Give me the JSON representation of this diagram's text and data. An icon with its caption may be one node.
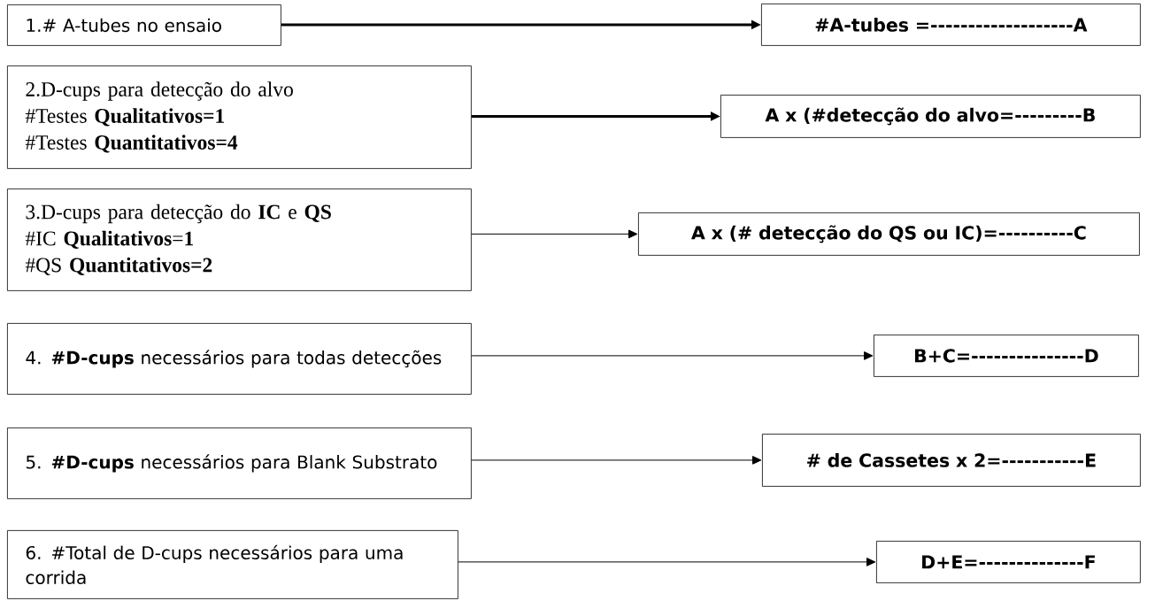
{
  "diagram": {
    "nodes": [
      {
        "text": [
          "1.# A-tubes no ensaio"
        ]
      },
      {
        "text": [
          "2.D-cups para detecção do alvo",
          "#Testes **Qualitativos=1**",
          "#Testes **Quantitativos=4**"
        ]
      },
      {
        "text": [
          "3.D-cups para detecção do **IC** e **QS**",
          "#IC **Qualitativos**=**1**",
          "#QS **Quantitativos=2**"
        ]
      },
      {
        "text": [
          "4. **#D-cups** necessários para todas detecções"
        ]
      },
      {
        "text": [
          "5. **#D-cups** necessários para Blank Substrato"
        ]
      },
      {
        "text": [
          "6. #Total de D-cups necessários para uma corrida"
        ]
      },
      {
        "text": [
          "#A-tubes =-------------------A"
        ]
      },
      {
        "text": [
          "A x (#detecção do alvo=---------B"
        ]
      },
      {
        "text": [
          "A x (# detecção do QS ou IC)=----------C"
        ]
      },
      {
        "text": [
          "B+C=---------------D"
        ]
      },
      {
        "text": [
          "# de Cassetes x 2=-----------E"
        ]
      },
      {
        "text": [
          "D+E=--------------F"
        ]
      }
    ],
    "edges": [
      {
        "from": 0,
        "to": 6,
        "arrow": "to",
        "style": "thick"
      },
      {
        "from": 1,
        "to": 7,
        "arrow": "to",
        "style": "thick"
      },
      {
        "from": 2,
        "to": 8,
        "arrow": "to"
      },
      {
        "from": 3,
        "to": 9,
        "arrow": "to"
      },
      {
        "from": 4,
        "to": 10,
        "arrow": "to"
      },
      {
        "from": 5,
        "to": 11,
        "arrow": "to"
      }
    ]
  }
}
